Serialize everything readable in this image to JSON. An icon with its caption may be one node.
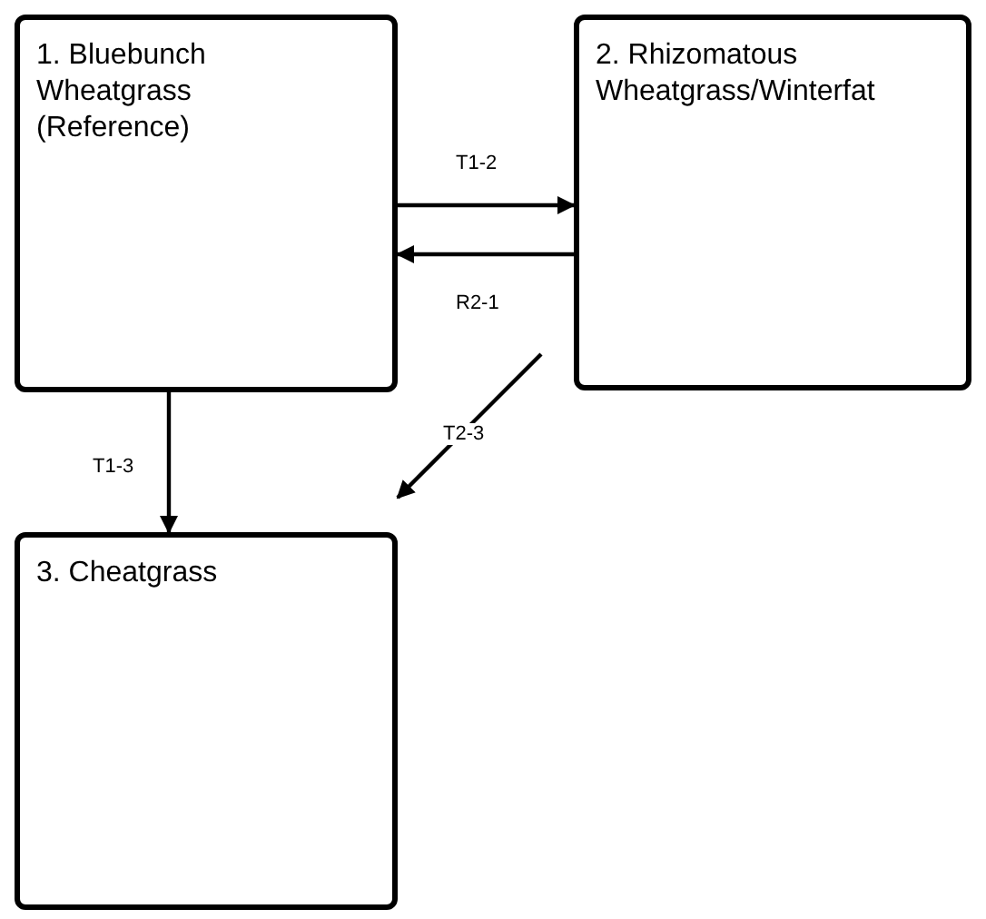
{
  "diagram": {
    "nodes": [
      {
        "text": [
          "1. Bluebunch Wheatgrass (Reference)"
        ]
      },
      {
        "text": [
          "2. Rhizomatous Wheatgrass/Winterfat"
        ]
      },
      {
        "text": [
          "3. Cheatgrass"
        ]
      }
    ],
    "edges": [
      {
        "from": 0,
        "to": 1,
        "arrow": "to",
        "label": "T1-2"
      },
      {
        "from": 1,
        "to": 0,
        "arrow": "to",
        "label": "R2-1"
      },
      {
        "from": 0,
        "to": 2,
        "arrow": "to",
        "label": "T1-3"
      },
      {
        "from": 1,
        "to": 2,
        "arrow": "to",
        "label": "T2-3"
      }
    ]
  }
}
